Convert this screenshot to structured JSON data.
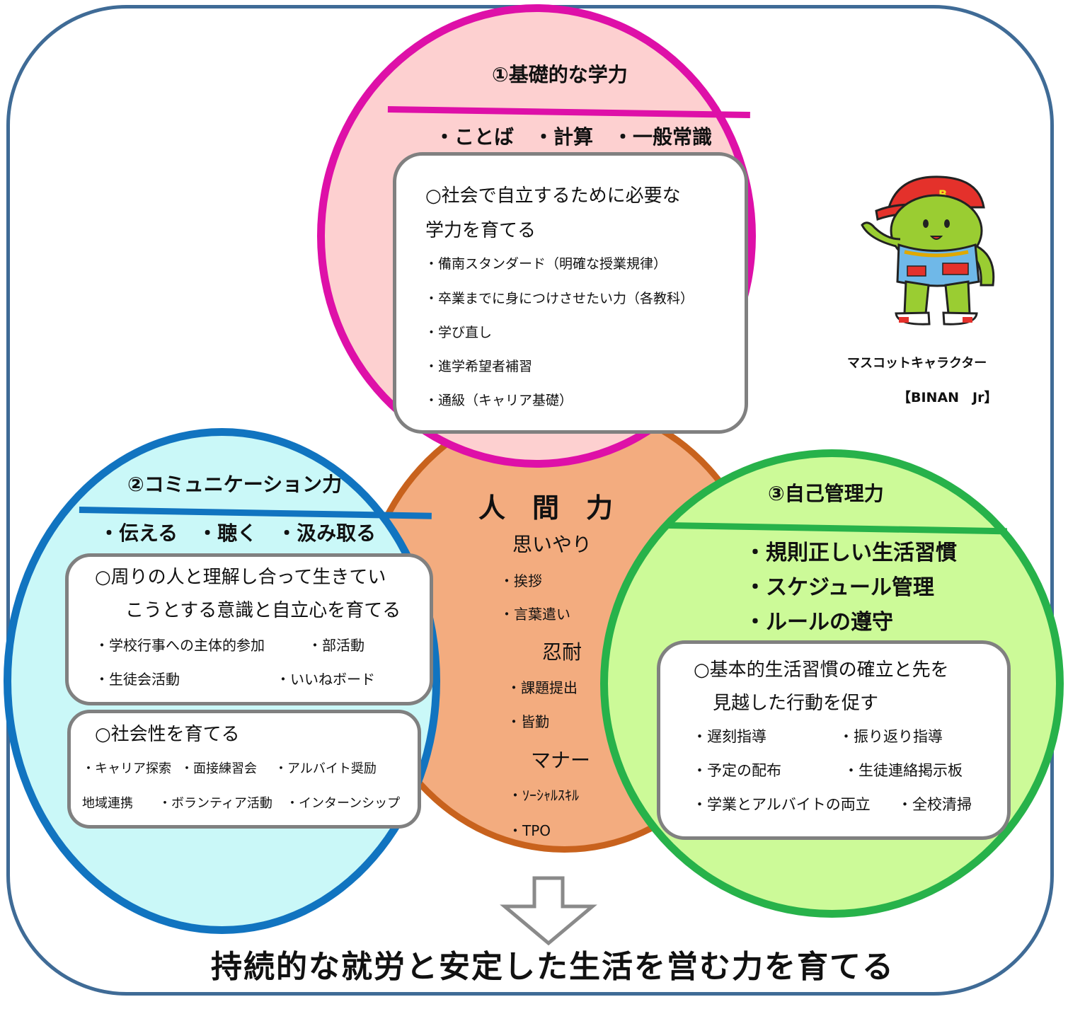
{
  "colors": {
    "frame": "#3f6b96",
    "academic": "#de10a8",
    "communication": "#1174c0",
    "self_management": "#27b24a",
    "human_power": "#c8621d"
  },
  "academic": {
    "title": "①基礎的な学力",
    "keywords": "・ことば　・計算　・一般常識",
    "goal_line1": "○社会で自立するために必要な",
    "goal_line2": "学力を育てる",
    "items": [
      "・備南スタンダード（明確な授業規律）",
      "・卒業までに身につけさせたい力（各教科）",
      "・学び直し",
      "・進学希望者補習",
      "・通級（キャリア基礎）"
    ]
  },
  "communication": {
    "title": "②コミュニケーション力",
    "keywords": "・伝える　・聴く　・汲み取る",
    "goal1_line1": "○周りの人と理解し合って生きてい",
    "goal1_line2": "こうとする意識と自立心を育てる",
    "goal1_items": [
      "・学校行事への主体的参加",
      "・部活動",
      "・生徒会活動",
      "・いいねボード"
    ],
    "goal2_title": "○社会性を育てる",
    "goal2_items": [
      "・キャリア探索",
      "・面接練習会",
      "・アルバイト奨励",
      "地域連携",
      "・ボランティア活動",
      "・インターンシップ"
    ]
  },
  "self_management": {
    "title": "③自己管理力",
    "keywords": [
      "・規則正しい生活習慣",
      "・スケジュール管理",
      "・ルールの遵守"
    ],
    "goal_line1": "○基本的生活習慣の確立と先を",
    "goal_line2": "見越した行動を促す",
    "items": [
      "・遅刻指導",
      "・振り返り指導",
      "・予定の配布",
      "・生徒連絡掲示板",
      "・学業とアルバイトの両立",
      "・全校清掃"
    ]
  },
  "human_power": {
    "title": "人　間　力",
    "groups": [
      {
        "heading": "思いやり",
        "items": [
          "・挨拶",
          "・言葉遣い"
        ]
      },
      {
        "heading": "忍耐",
        "items": [
          "・課題提出",
          "・皆勤"
        ]
      },
      {
        "heading": "マナー",
        "items": [
          "・ｿｰｼｬﾙｽｷﾙ",
          "・TPO"
        ]
      }
    ]
  },
  "mascot": {
    "caption": "マスコットキャラクター",
    "name": "【BINAN　Jr】"
  },
  "conclusion": "持続的な就労と安定した生活を営む力を育てる"
}
